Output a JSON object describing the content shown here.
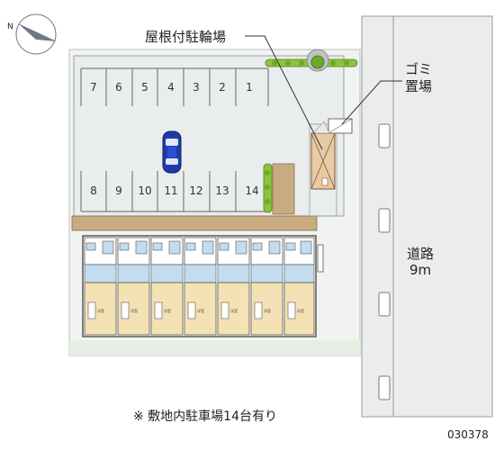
{
  "labels": {
    "bicycle_parking": "屋根付駐輪場",
    "garbage_line1": "ゴミ",
    "garbage_line2": "置場",
    "road_line1": "道路",
    "road_line2": "9m",
    "note": "※ 敷地内駐車場14台有り",
    "code": "030378",
    "compass_n": "N"
  },
  "parking": {
    "top_row": [
      "7",
      "6",
      "5",
      "4",
      "3",
      "2",
      "1"
    ],
    "bottom_row": [
      "8",
      "9",
      "10",
      "11",
      "12",
      "13",
      "14"
    ]
  },
  "room_label": "洋室",
  "colors": {
    "lot": "#e9edee",
    "road": "#ececec",
    "room": "#f4e2b4",
    "room_blue": "#c3dcef",
    "hedge": "#8fc43a",
    "gravel": "#c8ab82",
    "car": "#1f3aa8",
    "line": "#444444"
  }
}
